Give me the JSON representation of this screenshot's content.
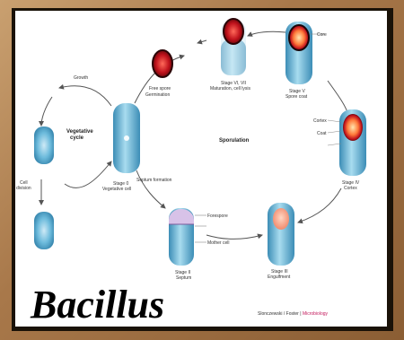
{
  "title": "Bacillus",
  "colors": {
    "cell_blue": "#5fb3d6",
    "cell_blue_dark": "#2f7fa8",
    "spore_red": "#c0121c",
    "spore_dark": "#3a0608",
    "forespore_pink": "#f2a08a",
    "arrow": "#555555",
    "frame": "#1a1208"
  },
  "labels": {
    "growth": "Growth",
    "vegetative_cycle": "Vegetative\ncycle",
    "sporulation": "Sporulation",
    "cell_division": "Cell\ndivision",
    "germination": "Germination",
    "stage_0": "Stage 0\nVegetative cell",
    "septum_formation": "Septum formation",
    "forespore_label": "Forespore",
    "mother_cell": "Mother cell",
    "stage_ii": "Stage II\nSeptum",
    "stage_iii": "Stage III\nEngulfment",
    "stage_iv": "Stage IV\nCortex",
    "cortex": "Cortex",
    "coat": "Coat",
    "stage_v": "Stage V\nSpore coat",
    "stage_vi_vii": "Stage VI, VII\nMaturation, cell lysis",
    "free_spore": "Free spore",
    "core": "Core"
  },
  "credit": {
    "text": "Slonczewski / Foster |",
    "accent": "Microbiology"
  }
}
